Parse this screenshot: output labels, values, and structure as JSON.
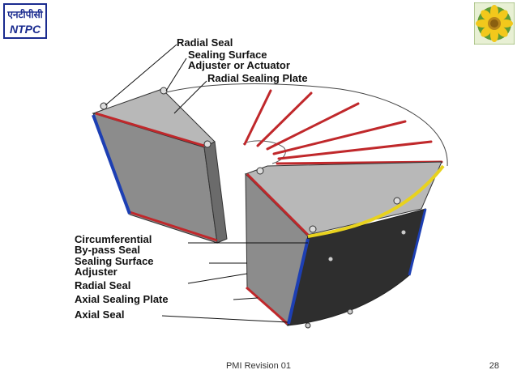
{
  "logo": {
    "hindi_text": "एनटीपीसी",
    "english_text": "NTPC",
    "brand_color": "#1a2b8f"
  },
  "emblem": {
    "icon": "sunflower-emblem-icon",
    "petal_color": "#f2c81c",
    "leaf_color": "#3d8a2a"
  },
  "labels": {
    "radial_seal_top": "Radial Seal",
    "sealing_surface_line1": "Sealing Surface",
    "sealing_surface_line2": "Adjuster or Actuator",
    "radial_sealing_plate": "Radial Sealing Plate",
    "circumferential_line1": "Circumferential",
    "circumferential_line2": "By-pass Seal",
    "sealing_adjuster_line1": "Sealing Surface",
    "sealing_adjuster_line2": "Adjuster",
    "radial_seal_bottom": "Radial Seal",
    "axial_sealing_plate": "Axial Sealing Plate",
    "axial_seal": "Axial Seal"
  },
  "colors": {
    "radial_seal": "#c0282b",
    "axial_seal": "#1d3fb3",
    "circumferential_seal": "#e8d21e",
    "plate_gray": "#8c8c8c",
    "face_dark": "#2e2e2e"
  },
  "footer": {
    "revision": "PMI Revision 01",
    "page_number": "28"
  }
}
